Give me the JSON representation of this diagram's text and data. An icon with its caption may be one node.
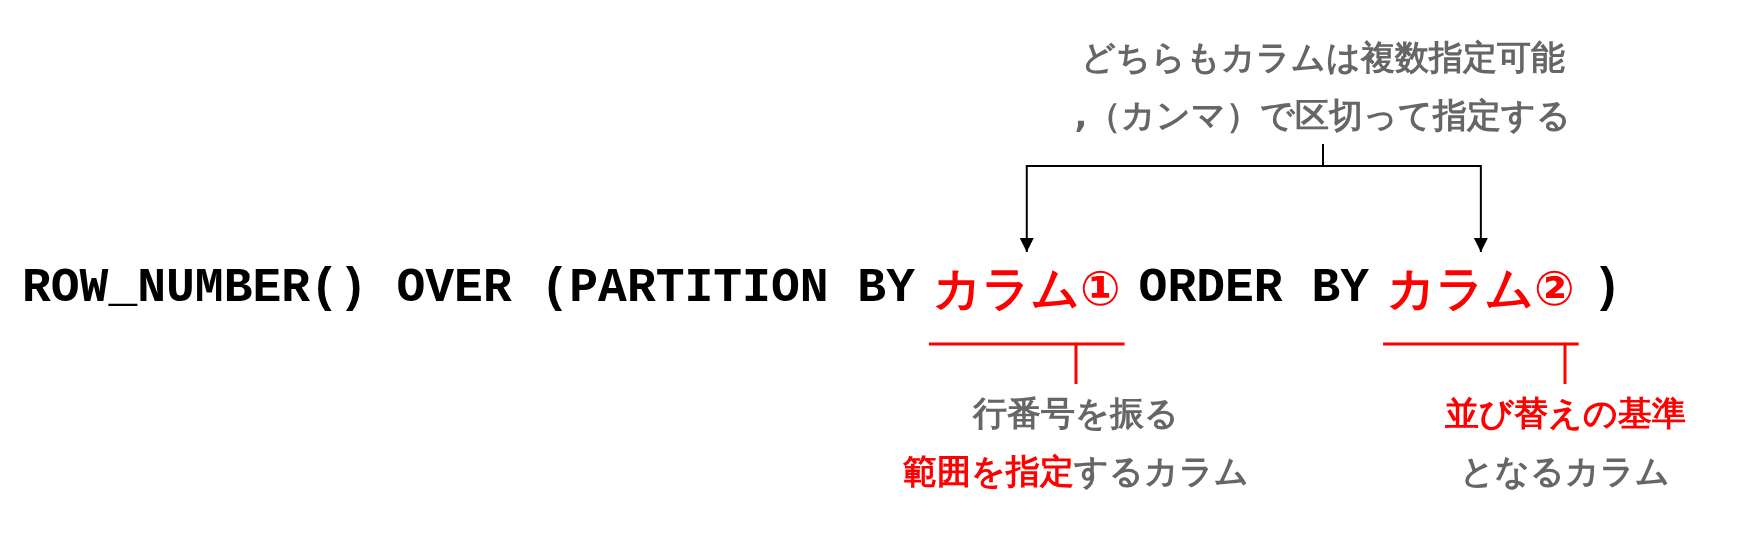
{
  "diagram": {
    "nodes": [
      {
        "text": [
          "どちらもカラムは複数指定可能",
          ",（カンマ）で区切って指定する"
        ]
      },
      {
        "text": [
          "カラム①"
        ]
      },
      {
        "text": [
          "カラム②"
        ]
      },
      {
        "text": [
          "行番号を振る",
          "**範囲を指定**するカラム"
        ]
      },
      {
        "text": [
          "並び替えの基準",
          "となるカラム"
        ]
      }
    ],
    "edges": [
      {
        "from": 0,
        "to": 1,
        "arrow": "to"
      },
      {
        "from": 0,
        "to": 2,
        "arrow": "to"
      },
      {
        "from": 3,
        "to": 1,
        "arrow": "none",
        "color": "#ff0000"
      },
      {
        "from": 4,
        "to": 2,
        "arrow": "none",
        "color": "#ff0000"
      }
    ],
    "labels": [
      "ROW_NUMBER() OVER (PARTITION BY",
      "ORDER BY",
      ")"
    ]
  }
}
